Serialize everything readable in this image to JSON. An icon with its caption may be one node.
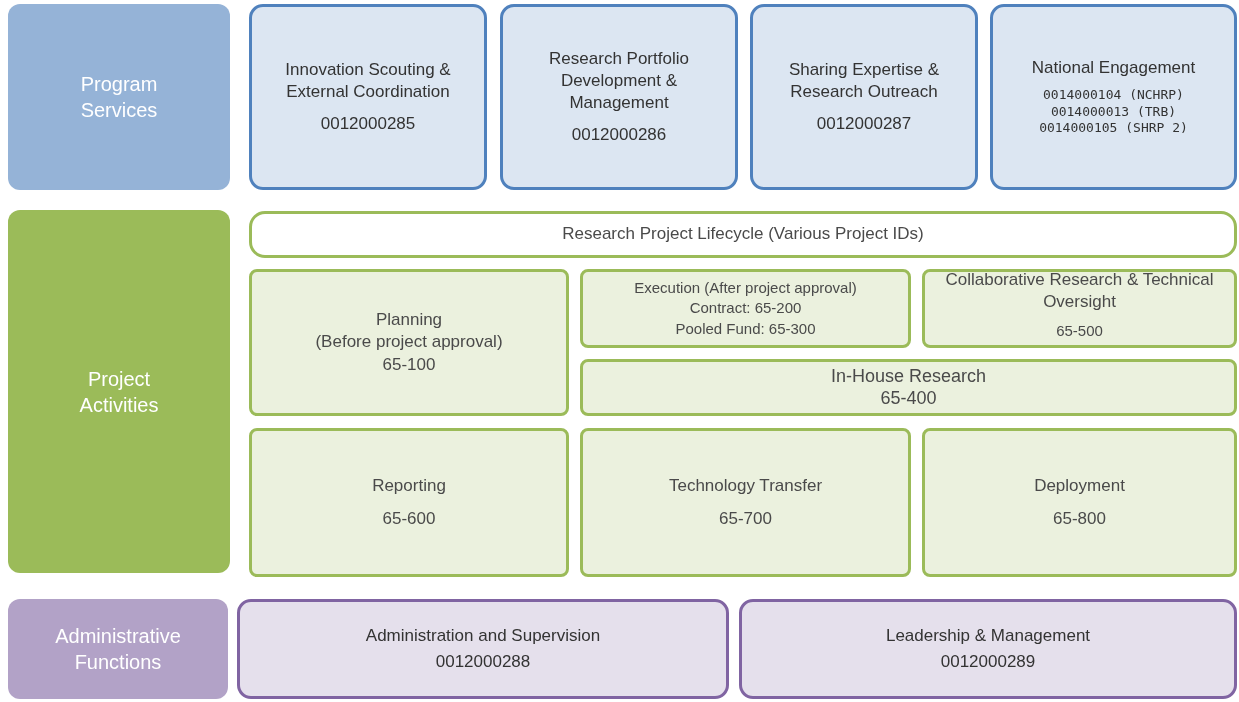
{
  "diagram": {
    "nodes": [
      {
        "text": [
          "Program Services"
        ]
      },
      {
        "text": [
          "Innovation Scouting & External Coordination",
          "0012000285"
        ]
      },
      {
        "text": [
          "Research Portfolio Development & Management",
          "0012000286"
        ]
      },
      {
        "text": [
          "Sharing Expertise & Research Outreach",
          "0012000287"
        ]
      },
      {
        "text": [
          "National Engagement",
          "0014000104 (NCHRP)",
          "0014000013 (TRB)",
          "0014000105 (SHRP 2)"
        ]
      },
      {
        "text": [
          "Project Activities"
        ]
      },
      {
        "text": [
          "Research Project Lifecycle (Various Project IDs)"
        ]
      },
      {
        "text": [
          "Planning",
          "(Before project approval)",
          "65-100"
        ]
      },
      {
        "text": [
          "Execution (After project approval)",
          "Contract: 65-200",
          "Pooled Fund: 65-300"
        ]
      },
      {
        "text": [
          "Collaborative Research & Technical Oversight",
          "65-500"
        ]
      },
      {
        "text": [
          "In-House Research",
          "65-400"
        ]
      },
      {
        "text": [
          "Reporting",
          "65-600"
        ]
      },
      {
        "text": [
          "Technology Transfer",
          "65-700"
        ]
      },
      {
        "text": [
          "Deployment",
          "65-800"
        ]
      },
      {
        "text": [
          "Administrative Functions"
        ]
      },
      {
        "text": [
          "Administration and Supervision",
          "0012000288"
        ]
      },
      {
        "text": [
          "Leadership & Management",
          "0012000289"
        ]
      }
    ]
  }
}
